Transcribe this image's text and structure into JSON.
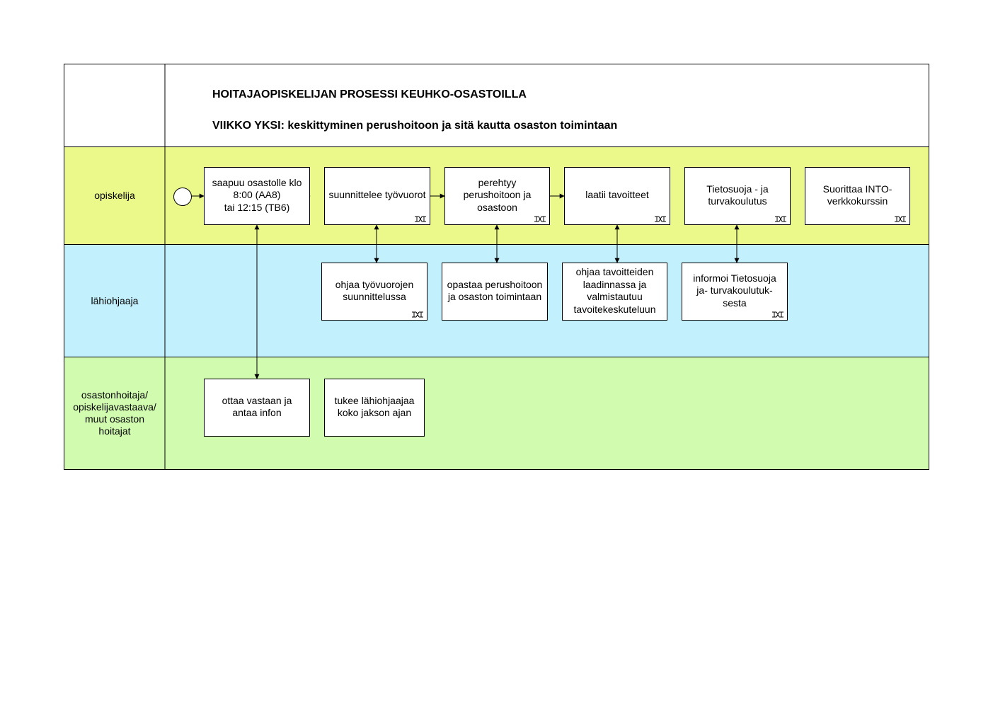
{
  "diagram": {
    "title_line1": "HOITAJAOPISKELIJAN PROSESSI KEUHKO-OSASTOILLA",
    "title_line2": "VIIKKO YKSI: keskittyminen perushoitoon ja sitä kautta osaston toimintaan",
    "colors": {
      "lane_student": "#ebf88a",
      "lane_supervisor": "#c2f0fc",
      "lane_staff": "#d1fbaf",
      "border": "#000000"
    },
    "lanes": [
      {
        "label": "opiskelija"
      },
      {
        "label": "lähiohjaaja"
      },
      {
        "label": "osastonhoitaja/\nopiskelijavastaava/\nmuut osaston\nhoitajat"
      }
    ],
    "start_event": {
      "icon": "start-event-circle"
    },
    "tasks": {
      "arrive": {
        "label": "saapuu osastolle klo\n8:00 (AA8)\ntai 12:15 (TB6)",
        "linked": false
      },
      "plan_shifts": {
        "label": "suunnittelee työvuorot",
        "linked": true
      },
      "learn_basic_care": {
        "label": "perehtyy\nperushoitoon ja\nosastoon",
        "linked": true
      },
      "set_goals": {
        "label": "laatii tavoitteet",
        "linked": true
      },
      "privacy_training": {
        "label": "Tietosuoja - ja\nturvakoulutus",
        "linked": true
      },
      "into_course": {
        "label": "Suorittaa INTO-\nverkkokurssin",
        "linked": true
      },
      "guide_shift_planning": {
        "label": "ohjaa työvuorojen\nsuunnittelussa",
        "linked": true
      },
      "guide_basic_care": {
        "label": "opastaa perushoitoon\nja osaston toimintaan",
        "linked": false
      },
      "guide_goals": {
        "label": "ohjaa tavoitteiden\nlaadinnassa ja\nvalmistautuu\ntavoitekeskuteluun",
        "linked": false
      },
      "inform_privacy": {
        "label": "informoi Tietosuoja\nja- turvakoulutuk-\nsesta",
        "linked": true
      },
      "receive_and_inform": {
        "label": "ottaa vastaan ja\nantaa infon",
        "linked": false
      },
      "support_supervisor": {
        "label": "tukee lähiohjaajaa\nkoko jakson ajan",
        "linked": false
      }
    }
  }
}
